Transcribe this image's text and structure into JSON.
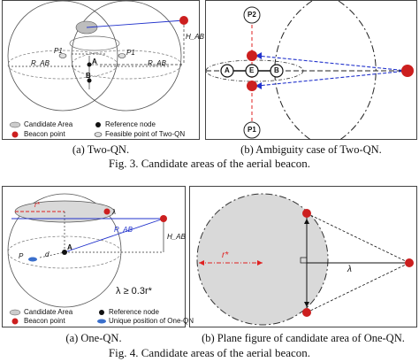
{
  "fig3": {
    "panel_a": {
      "caption": "(a) Two-QN.",
      "labels": {
        "h_ab": "H_AB",
        "p1": "P1",
        "p1b": "P1",
        "r_ab_left": "R_AB",
        "r_ab_right": "R_AB",
        "a": "A",
        "b": "B"
      },
      "legend": {
        "candidate_area": "Candidate Area",
        "beacon_point": "Beacon point",
        "reference_node": "Reference node",
        "feasible_point": "Feasible point of Two-QN"
      }
    },
    "panel_b": {
      "caption": "(b) Ambiguity case of Two-QN.",
      "labels": {
        "p2": "P2",
        "p1": "P1",
        "a": "A",
        "e": "E",
        "b": "B"
      }
    },
    "caption": "Fig. 3. Candidate areas of the aerial beacon."
  },
  "fig4": {
    "panel_a": {
      "caption": "(a) One-QN.",
      "labels": {
        "r_star": "r*",
        "lambda": "λ",
        "r_ab": "R_AB",
        "h_ab": "H_AB",
        "a": "A",
        "p": "P",
        "d": "d",
        "constraint": "λ ≥ 0.3r*"
      },
      "legend": {
        "candidate_area": "Candidate Area",
        "beacon_point": "Beacon point",
        "reference_node": "Reference node",
        "unique_position": "Unique position of One-QN"
      }
    },
    "panel_b": {
      "caption": "(b) Plane figure of candidate area of One-QN.",
      "labels": {
        "r_star": "r*",
        "lambda": "λ"
      }
    },
    "caption": "Fig. 4. Candidate areas of the aerial beacon."
  },
  "colors": {
    "beacon": "#cc1f1f",
    "dashed_red": "#e02020",
    "arrow_blue": "#2233cc",
    "candidate_gray": "#d9d9d9",
    "frame": "#333333"
  }
}
